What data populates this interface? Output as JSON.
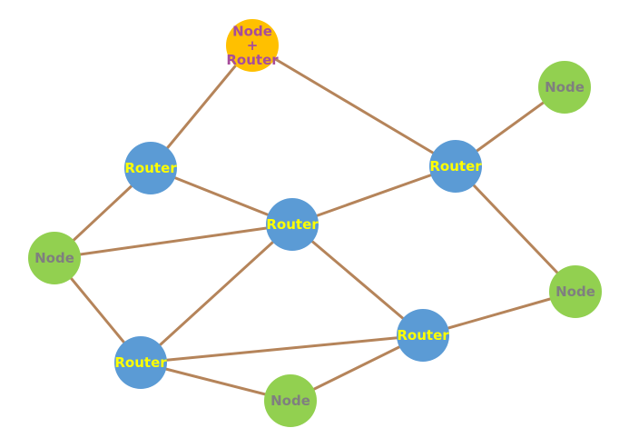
{
  "colors": {
    "edge": "#b5845a",
    "router_fill": "#5b9bd5",
    "router_text": "#ffff00",
    "node_fill": "#92d050",
    "node_text": "#7f7f7f",
    "hybrid_fill": "#ffc000",
    "hybrid_text": "#a64d9c"
  },
  "nodes": [
    {
      "id": "hybrid-top",
      "type": "hybrid",
      "lines": [
        "Node",
        "+",
        "Router"
      ]
    },
    {
      "id": "node-top-right",
      "type": "node",
      "lines": [
        "Node"
      ]
    },
    {
      "id": "router-left",
      "type": "router",
      "lines": [
        "Router"
      ]
    },
    {
      "id": "router-right",
      "type": "router",
      "lines": [
        "Router"
      ]
    },
    {
      "id": "router-center",
      "type": "router",
      "lines": [
        "Router"
      ]
    },
    {
      "id": "node-left",
      "type": "node",
      "lines": [
        "Node"
      ]
    },
    {
      "id": "node-right",
      "type": "node",
      "lines": [
        "Node"
      ]
    },
    {
      "id": "router-bottom-right",
      "type": "router",
      "lines": [
        "Router"
      ]
    },
    {
      "id": "router-bottom-left",
      "type": "router",
      "lines": [
        "Router"
      ]
    },
    {
      "id": "node-bottom",
      "type": "node",
      "lines": [
        "Node"
      ]
    }
  ],
  "edges": [
    [
      "hybrid-top",
      "router-left"
    ],
    [
      "hybrid-top",
      "router-right"
    ],
    [
      "router-right",
      "node-top-right"
    ],
    [
      "router-right",
      "node-right"
    ],
    [
      "router-right",
      "router-center"
    ],
    [
      "router-left",
      "router-center"
    ],
    [
      "router-left",
      "node-left"
    ],
    [
      "node-left",
      "router-center"
    ],
    [
      "node-left",
      "router-bottom-left"
    ],
    [
      "router-center",
      "router-bottom-left"
    ],
    [
      "router-center",
      "router-bottom-right"
    ],
    [
      "router-bottom-left",
      "router-bottom-right"
    ],
    [
      "router-bottom-left",
      "node-bottom"
    ],
    [
      "router-bottom-right",
      "node-right"
    ],
    [
      "router-bottom-right",
      "node-bottom"
    ]
  ]
}
